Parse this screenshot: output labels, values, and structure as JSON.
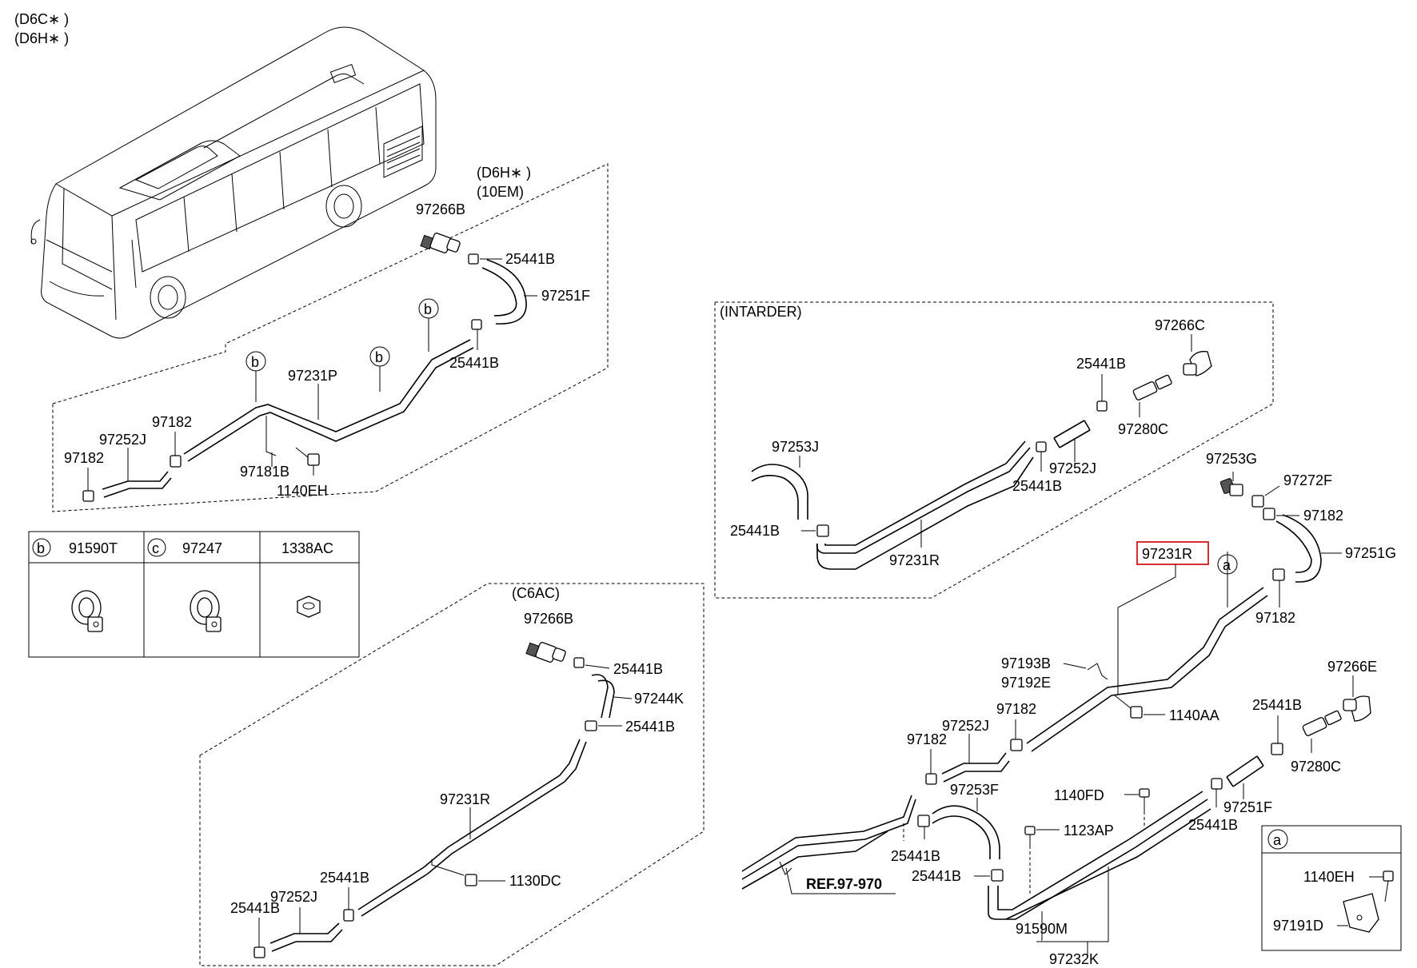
{
  "header": {
    "variant_1": "(D6C∗ )",
    "variant_2": "(D6H∗ )"
  },
  "group_d6h": {
    "title_1": "(D6H∗ )",
    "title_2": "(10EM)",
    "labels": {
      "p97266B": "97266B",
      "p25441B_a": "25441B",
      "p97251F": "97251F",
      "p25441B_b": "25441B",
      "p97231P": "97231P",
      "p97182_a": "97182",
      "p97252J": "97252J",
      "p97182_b": "97182",
      "p97181B": "97181B",
      "p1140EH": "1140EH"
    },
    "callouts": {
      "b1": "b",
      "b2": "b",
      "b3": "b"
    }
  },
  "legend_table": {
    "cells": [
      {
        "letter": "b",
        "code": "91590T",
        "icon": "hose-clamp-icon"
      },
      {
        "letter": "c",
        "code": "97247",
        "icon": "hose-clamp-icon"
      },
      {
        "letter": "",
        "code": "1338AC",
        "icon": "nut-icon"
      }
    ]
  },
  "group_c6ac": {
    "title": "(C6AC)",
    "labels": {
      "p97266B": "97266B",
      "p25441B_a": "25441B",
      "p97244K": "97244K",
      "p25441B_b": "25441B",
      "p97231R": "97231R",
      "p1130DC": "1130DC",
      "p25441B_c": "25441B",
      "p97252J": "97252J",
      "p25441B_d": "25441B"
    }
  },
  "group_intarder": {
    "title": "(INTARDER)",
    "labels": {
      "p97266C": "97266C",
      "p25441B_a": "25441B",
      "p97280C": "97280C",
      "p97253J": "97253J",
      "p97252J": "97252J",
      "p25441B_b": "25441B",
      "p25441B_c": "25441B",
      "p97231R": "97231R"
    }
  },
  "group_main": {
    "highlight_label": "97231R",
    "highlight_color": "#d32f2f",
    "labels": {
      "p97253G": "97253G",
      "p97272F": "97272F",
      "p97182_a": "97182",
      "p97251G": "97251G",
      "p97182_b": "97182",
      "p97193B": "97193B",
      "p97192E": "97192E",
      "p1140AA": "1140AA",
      "p97182_c": "97182",
      "p97252J": "97252J",
      "p97182_d": "97182",
      "p97266E": "97266E",
      "p25441B_a": "25441B",
      "p97280C": "97280C",
      "p97253F": "97253F",
      "p1140FD": "1140FD",
      "p1123AP": "1123AP",
      "p97251F": "97251F",
      "p25441B_b": "25441B",
      "p25441B_c": "25441B",
      "p25441B_d": "25441B",
      "p91590M": "91590M",
      "p97232K": "97232K",
      "ref": "REF.97-970"
    },
    "callout_a": "a"
  },
  "detail_a": {
    "letter": "a",
    "p1140EH": "1140EH",
    "p97191D": "97191D"
  }
}
